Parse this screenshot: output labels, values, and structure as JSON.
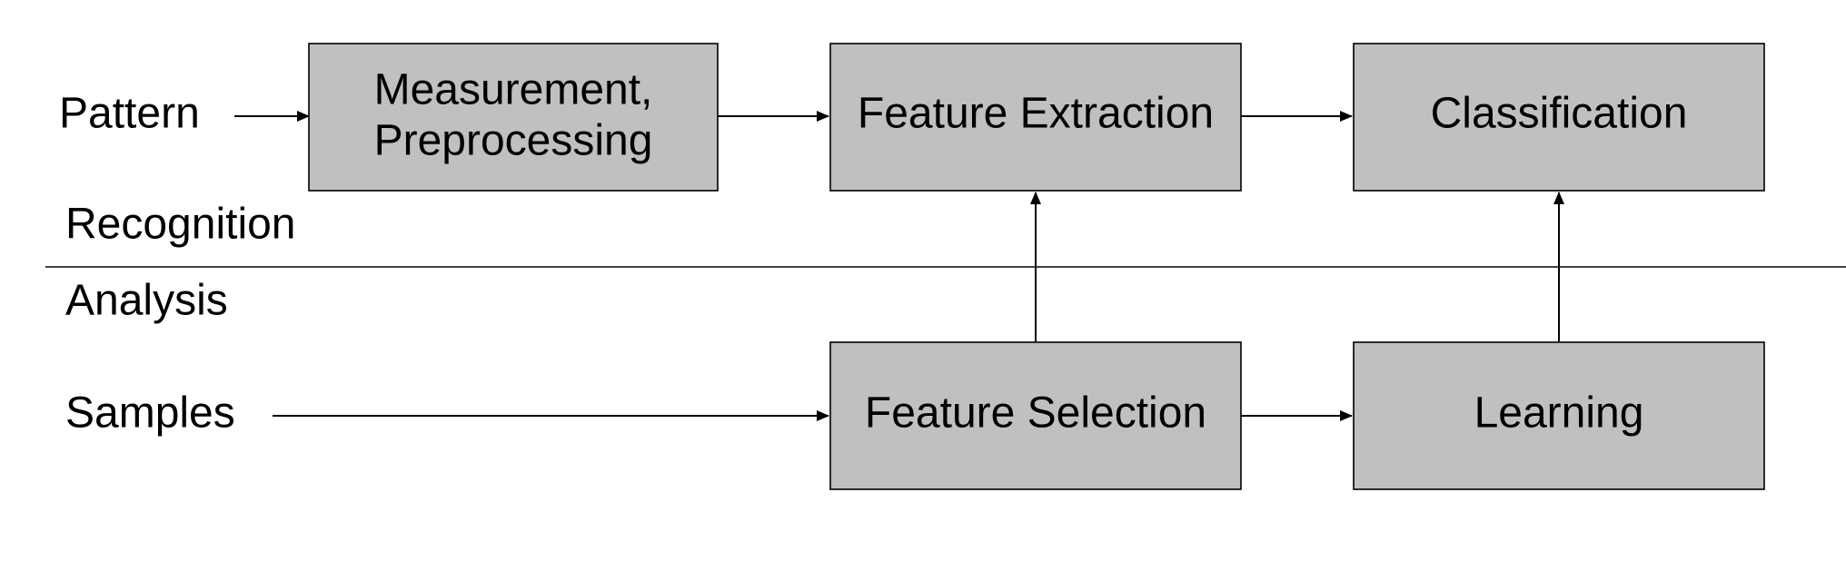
{
  "inputs": {
    "pattern": "Pattern",
    "samples": "Samples"
  },
  "sections": {
    "recognition": {
      "label": "Recognition",
      "color": "#66b2b2"
    },
    "analysis": {
      "label": "Analysis",
      "color": "#66ff66"
    }
  },
  "boxes": {
    "measurement": {
      "line1": "Measurement,",
      "line2": "Preprocessing"
    },
    "feature_extraction": {
      "label": "Feature Extraction"
    },
    "classification": {
      "label": "Classification"
    },
    "feature_selection": {
      "label": "Feature Selection"
    },
    "learning": {
      "label": "Learning"
    }
  },
  "colors": {
    "box_fill": "#c0c0c0",
    "line": "#000000",
    "background": "#ffffff"
  }
}
